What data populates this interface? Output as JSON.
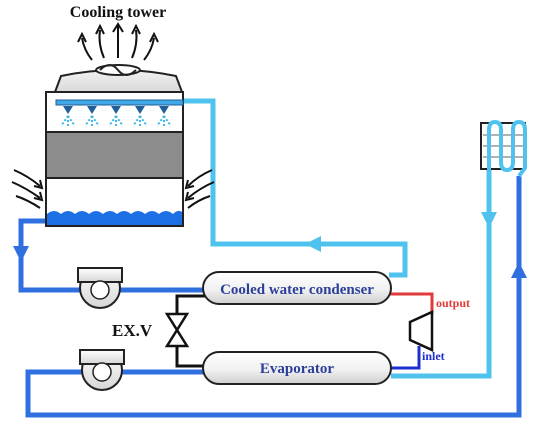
{
  "labels": {
    "cooling_tower": "Cooling tower",
    "condenser": "Cooled water condenser",
    "evaporator": "Evaporator",
    "expansion_valve": "EX.V",
    "output": "output",
    "inlet": "inlet"
  },
  "colors": {
    "hot_water": "#2f6fe0",
    "cooled_water": "#4fc3ee",
    "refrigerant_high": "#e23a3a",
    "refrigerant_low": "#1c2fd0",
    "label_blue": "#2b3f9a",
    "tower_fill": "#8c8c8c",
    "basin_water": "#1d6fe6"
  }
}
